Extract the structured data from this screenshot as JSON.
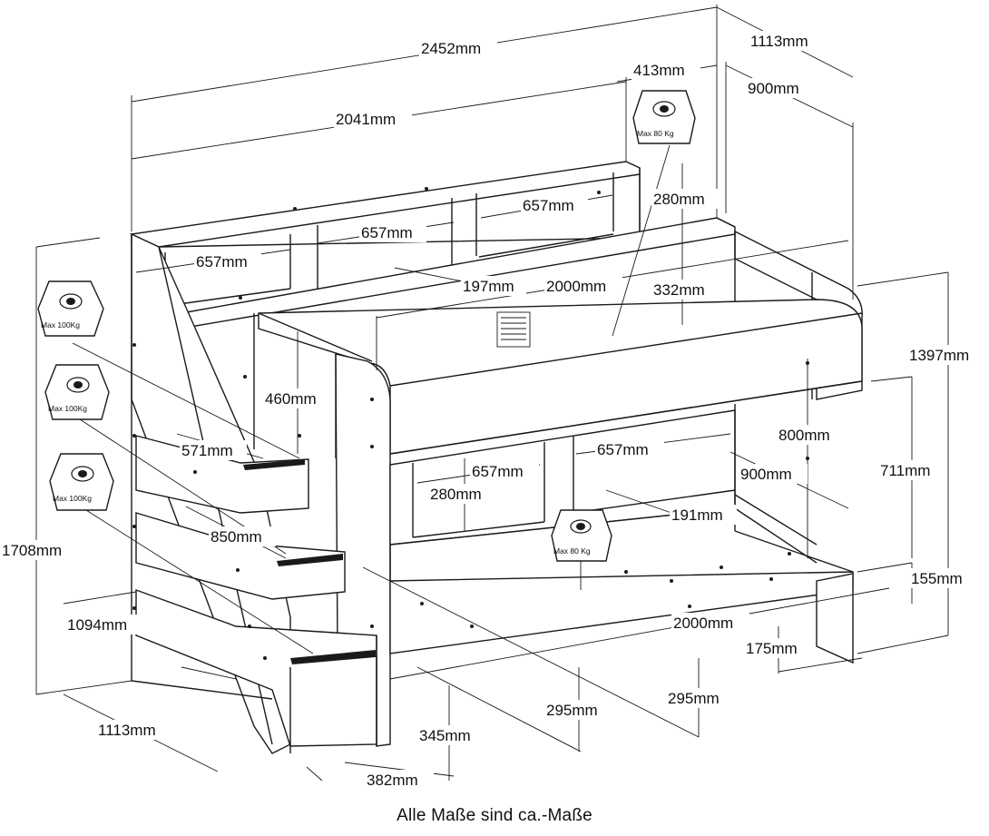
{
  "caption": "Alle Maße sind ca.-Maße",
  "dimensions": {
    "total_length": "2452mm",
    "bed_length_top": "2041mm",
    "overall_depth_top": "1113mm",
    "shelf_depth_top": "413mm",
    "bed_width_top": "900mm",
    "top_shelf_w1": "657mm",
    "top_shelf_w2": "657mm",
    "top_shelf_w3": "657mm",
    "top_shelf_height": "280mm",
    "top_shelf_depth": "197mm",
    "top_mattress_length": "2000mm",
    "top_rail_height": "332mm",
    "overall_height_right": "1397mm",
    "step_rise": "460mm",
    "step_depth": "571mm",
    "lower_shelf_w1": "657mm",
    "lower_shelf_w2": "657mm",
    "lower_shelf_height": "280mm",
    "lower_bed_width": "900mm",
    "lower_shelf_depth": "191mm",
    "under_height": "800mm",
    "under_clear_height": "711mm",
    "stair_height": "850mm",
    "overall_height_left": "1708mm",
    "stair_width": "1094mm",
    "lower_mattress_length": "2000mm",
    "lower_rail_height": "155mm",
    "lower_mattress_height": "175mm",
    "drawer_h1": "295mm",
    "drawer_h2": "295mm",
    "drawer_depth": "345mm",
    "overall_depth_bottom": "1113mm",
    "stair_step_width": "382mm"
  },
  "weight_limits": {
    "top_bunk": "Max 80  Kg",
    "step_1": "Max 100Kg",
    "step_2": "Max 100Kg",
    "step_3": "Max 100Kg",
    "lower_bunk": "Max 80  Kg"
  },
  "icons": [
    "weight-icon"
  ]
}
